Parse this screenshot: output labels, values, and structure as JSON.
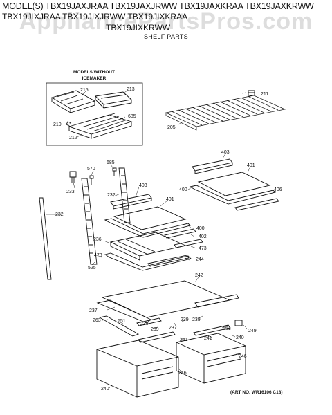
{
  "header": {
    "line1": "MODEL(S) TBX19JAXJRAA  TBX19JAXJRWW  TBX19JAXKRAA  TBX19JAXKRWW",
    "line2": "TBX19JIXJRAA  TBX19JIXJRWW  TBX19JIXKRAA",
    "line3": "TBX19JIXKRWW",
    "subtitle": "SHELF PARTS"
  },
  "watermark": "AppliancePartsPros.com",
  "inset_caption": [
    "MODELS WITHOUT",
    "ICEMAKER"
  ],
  "art_number": "(ART NO. WR16106 C18)",
  "parts": {
    "p215": "215",
    "p213": "213",
    "p685a": "685",
    "p210": "210",
    "p212": "212",
    "p211": "211",
    "p205": "205",
    "p403a": "403",
    "p401a": "401",
    "p400a": "400",
    "p406": "406",
    "p685b": "685",
    "p570": "570",
    "p233": "233",
    "p232a": "232",
    "p232b": "232",
    "p403b": "403",
    "p401b": "401",
    "p400b": "400",
    "p402": "402",
    "p473a": "473",
    "p236": "236",
    "p473b": "473",
    "p525": "525",
    "p244": "244",
    "p242": "242",
    "p237a": "237",
    "p263": "263",
    "p551a": "551",
    "p238": "238",
    "p237b": "237",
    "p239a": "239",
    "p239b": "239",
    "p239c": "239",
    "p551b": "551",
    "p249": "249",
    "p241a": "241",
    "p241b": "241",
    "p240a": "240",
    "p246a": "246",
    "p246b": "246",
    "p240b": "240"
  }
}
